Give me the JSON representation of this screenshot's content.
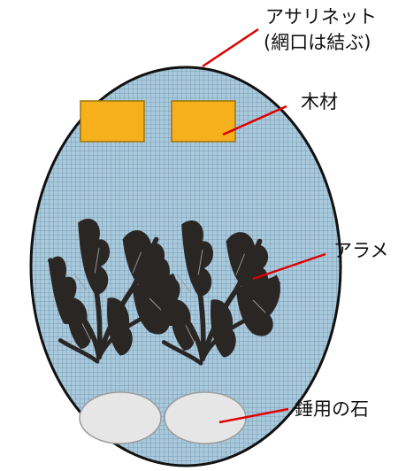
{
  "labels": {
    "net_line1": "アサリネット",
    "net_line2": "(網口は結ぶ)",
    "wood": "木材",
    "arame": "アラメ",
    "stone": "錘用の石"
  },
  "colors": {
    "net_fill": "#a9c9dd",
    "net_mesh": "#6f8fa6",
    "outline": "#111111",
    "wood": "#f5b01c",
    "wood_border": "#9a7410",
    "seaweed": "#2a2624",
    "stone": "#e6e6e6",
    "leader_line": "#e00000"
  },
  "icons": {
    "seaweed": "arame-seaweed-icon",
    "stone": "stone-shape"
  }
}
